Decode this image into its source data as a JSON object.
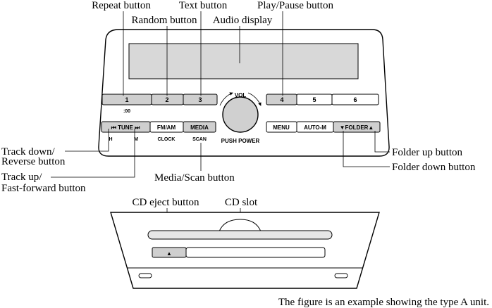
{
  "callouts": {
    "repeat": "Repeat button",
    "random": "Random button",
    "text": "Text button",
    "audio_display": "Audio display",
    "play_pause": "Play/Pause button",
    "track_down_1": "Track down/",
    "track_down_2": "Reverse button",
    "track_up_1": "Track up/",
    "track_up_2": "Fast-forward button",
    "media_scan": "Media/Scan button",
    "folder_up": "Folder up button",
    "folder_down": "Folder down button",
    "cd_eject": "CD eject button",
    "cd_slot": "CD slot"
  },
  "unit": {
    "preset_buttons": [
      "1",
      "2",
      "3",
      "4",
      "5",
      "6"
    ],
    "preset1_sub": ":00",
    "tune_label": "⏮ TUNE ⏭",
    "tune_sub_h": "H",
    "tune_sub_m": "M",
    "fmam_label": "FM/AM",
    "fmam_sub": "CLOCK",
    "media_label": "MEDIA",
    "media_sub": "SCAN",
    "menu_label": "MENU",
    "automem_label": "AUTO-M",
    "folder_label": "▼FOLDER▲",
    "vol_label": "VOL",
    "push_power_label": "PUSH POWER",
    "eject_symbol": "▲"
  },
  "footnote": "The figure is an example showing the type A unit."
}
